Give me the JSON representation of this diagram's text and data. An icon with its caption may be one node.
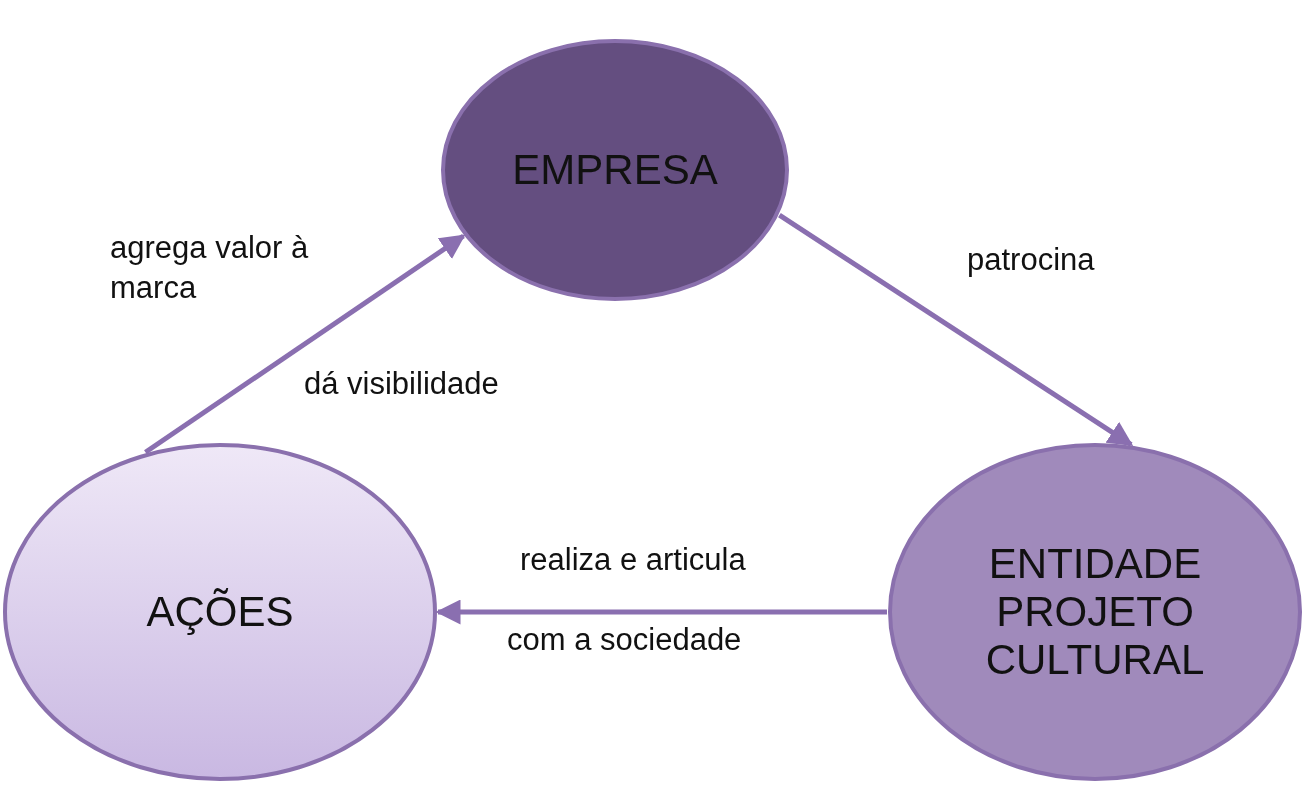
{
  "diagram": {
    "nodes": [
      {
        "text": [
          "EMPRESA"
        ]
      },
      {
        "text": [
          "ENTIDADE PROJETO CULTURAL"
        ]
      },
      {
        "text": [
          "AÇÕES"
        ]
      }
    ],
    "edges": [
      {
        "from": 0,
        "to": 1,
        "arrow": "to",
        "label": "patrocina"
      },
      {
        "from": 1,
        "to": 2,
        "arrow": "to",
        "label": "realiza e articula"
      },
      {
        "from": 2,
        "to": 0,
        "arrow": "to",
        "label": "agrega valor à marca"
      }
    ],
    "labels": [
      "dá visibilidade",
      "com a sociedade"
    ]
  }
}
